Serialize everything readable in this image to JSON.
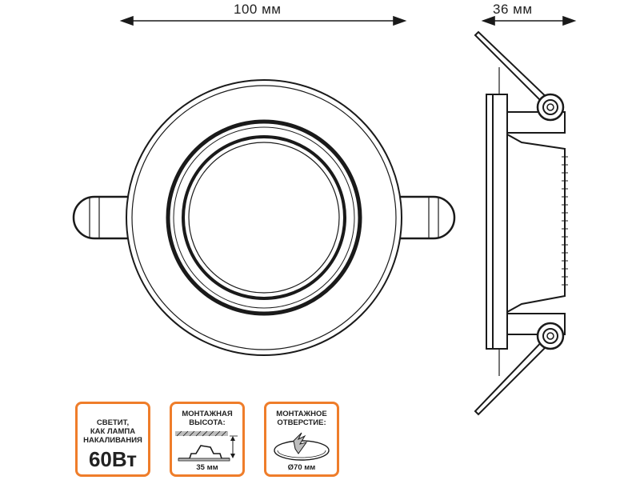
{
  "dimensions": {
    "width": "100 мм",
    "depth": "36 мм"
  },
  "cards": {
    "brightness": {
      "lines": [
        "СВЕТИТ,",
        "КАК ЛАМПА",
        "НАКАЛИВАНИЯ"
      ],
      "value": "60Вт"
    },
    "mount_height": {
      "title_lines": [
        "МОНТАЖНАЯ",
        "ВЫСОТА:"
      ],
      "value": "35 мм"
    },
    "mount_hole": {
      "title_lines": [
        "МОНТАЖНОЕ",
        "ОТВЕРСТИЕ:"
      ],
      "value": "Ø70 мм"
    }
  },
  "colors": {
    "accent": "#ef7d2a",
    "line": "#1a1a1a",
    "fill_gray": "#bdbdbd"
  }
}
